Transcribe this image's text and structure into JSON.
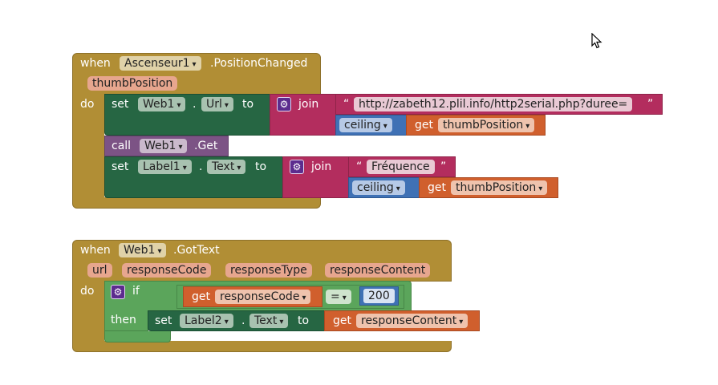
{
  "event1": {
    "keyword_when": "when",
    "component": "Ascenseur1",
    "event_name": ".PositionChanged",
    "param": "thumbPosition",
    "keyword_do": "do",
    "set1": {
      "keyword_set": "set",
      "component": "Web1",
      "dot": ".",
      "property": "Url",
      "keyword_to": "to",
      "join_label": "join",
      "text_value": "http://zabeth12.plil.info/http2serial.php?duree=",
      "ceiling_label": "ceiling",
      "get_label": "get",
      "get_var": "thumbPosition"
    },
    "call": {
      "keyword_call": "call",
      "component": "Web1",
      "method": ".Get"
    },
    "set2": {
      "keyword_set": "set",
      "component": "Label1",
      "dot": ".",
      "property": "Text",
      "keyword_to": "to",
      "join_label": "join",
      "text_value": "Fréquence",
      "ceiling_label": "ceiling",
      "get_label": "get",
      "get_var": "thumbPosition"
    }
  },
  "event2": {
    "keyword_when": "when",
    "component": "Web1",
    "event_name": ".GotText",
    "params": [
      "url",
      "responseCode",
      "responseType",
      "responseContent"
    ],
    "keyword_do": "do",
    "if_block": {
      "keyword_if": "if",
      "get_label": "get",
      "get_var": "responseCode",
      "compare_op": "=",
      "compare_value": "200",
      "keyword_then": "then",
      "set": {
        "keyword_set": "set",
        "component": "Label2",
        "dot": ".",
        "property": "Text",
        "keyword_to": "to",
        "get_label": "get",
        "get_var": "responseContent"
      }
    }
  },
  "quote_open": "“",
  "quote_close": "”",
  "dropdown_arrow": "▾",
  "gear_glyph": "⚙",
  "colors": {
    "event": "#b18e35",
    "setter": "#266643",
    "procedure": "#7c5385",
    "text": "#b32d5e",
    "math": "#3f71b5",
    "get": "#d05f2d",
    "control": "#5ba55b"
  }
}
